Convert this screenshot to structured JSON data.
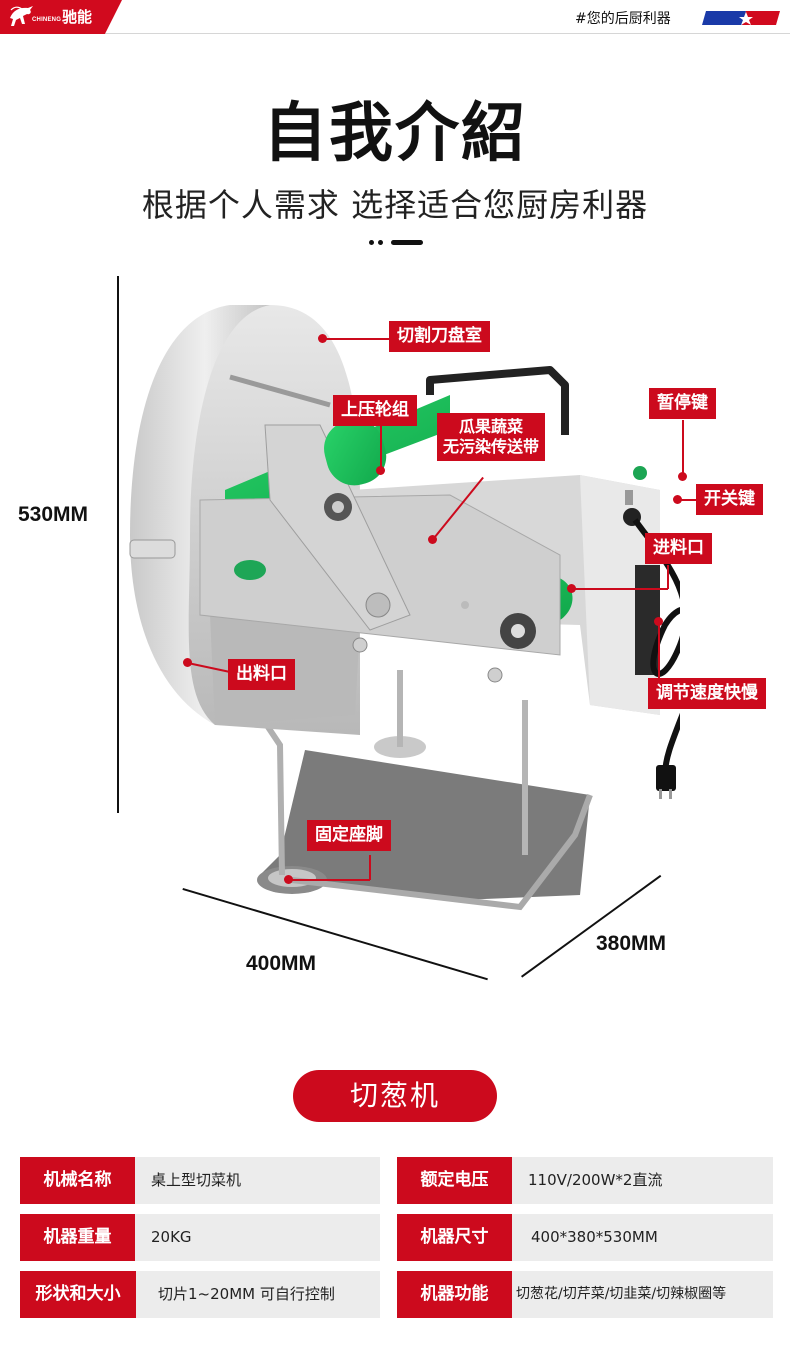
{
  "header": {
    "brand_en": "CHINENG",
    "brand_cn": "驰能",
    "tagline": "#您的后厨利器",
    "brand_color": "#cc0a1d",
    "flag_colors": {
      "blue": "#1a3aa8",
      "red": "#d10a1e",
      "star": "#ffffff"
    }
  },
  "hero": {
    "title": "自我介紹",
    "subtitle": "根据个人需求 选择适合您厨房利器"
  },
  "dimensions": {
    "height": "530MM",
    "width": "400MM",
    "depth": "380MM"
  },
  "callouts": [
    {
      "id": "blade-chamber",
      "label": "切割刀盘室"
    },
    {
      "id": "press-roller",
      "label": "上压轮组"
    },
    {
      "id": "conveyor",
      "line1": "瓜果蔬菜",
      "line2": "无污染传送带"
    },
    {
      "id": "pause-key",
      "label": "暂停键"
    },
    {
      "id": "power-switch",
      "label": "开关键"
    },
    {
      "id": "feed-inlet",
      "label": "进料口"
    },
    {
      "id": "outlet",
      "label": "出料口"
    },
    {
      "id": "speed-control",
      "label": "调节速度快慢"
    },
    {
      "id": "fixed-foot",
      "label": "固定座脚"
    }
  ],
  "product": {
    "name": "切葱机"
  },
  "specs": [
    {
      "key": "机械名称",
      "value": "桌上型切菜机"
    },
    {
      "key": "额定电压",
      "value": "110V/200W*2直流"
    },
    {
      "key": "机器重量",
      "value": "20KG"
    },
    {
      "key": "机器尺寸",
      "value": "400*380*530MM"
    },
    {
      "key": "形状和大小",
      "value": "切片1~20MM  可自行控制"
    },
    {
      "key": "机器功能",
      "value": "切葱花/切芹菜/切韭菜/切辣椒圈等"
    }
  ]
}
